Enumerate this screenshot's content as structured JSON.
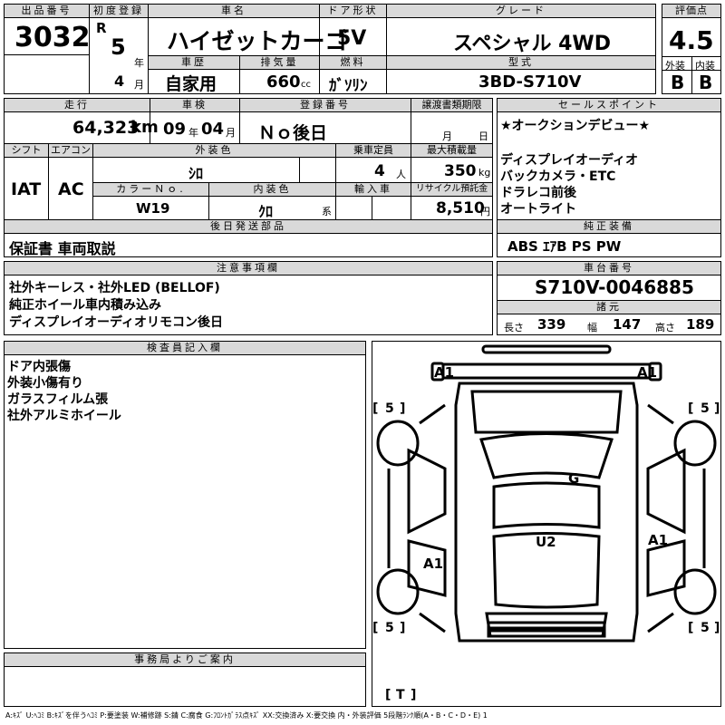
{
  "lot": {
    "label": "出品番号",
    "value": "3032"
  },
  "first_reg": {
    "label": "初度登録",
    "era": "R",
    "year": "5",
    "year_unit": "年",
    "month": "4",
    "month_unit": "月"
  },
  "car_name": {
    "label": "車名",
    "value": "ハイゼットカーゴ"
  },
  "door": {
    "label": "ドア形状",
    "value": "5V"
  },
  "grade": {
    "label": "グレード",
    "value": "スペシャル 4WD"
  },
  "score": {
    "label": "評価点",
    "value": "4.5",
    "ext_label": "外装",
    "int_label": "内装",
    "ext": "B",
    "int": "B"
  },
  "history": {
    "label": "車歴",
    "value": "自家用"
  },
  "displacement": {
    "label": "排気量",
    "value": "660",
    "unit": "cc"
  },
  "fuel": {
    "label": "燃料",
    "value": "ｶﾞｿﾘﾝ"
  },
  "model_type": {
    "label": "型式",
    "value": "3BD-S710V"
  },
  "mileage": {
    "label": "走行",
    "value": "64,323",
    "unit": "km"
  },
  "inspection": {
    "label": "車検",
    "year": "09",
    "year_unit": "年",
    "month": "04",
    "month_unit": "月"
  },
  "registration": {
    "label": "登録番号",
    "value": "Ｎｏ後日"
  },
  "transfer_deadline": {
    "label": "譲渡書類期限",
    "month_unit": "月",
    "day_unit": "日"
  },
  "sales_point": {
    "label": "セールスポイント",
    "lines": [
      "★オークションデビュー★",
      "",
      "ディスプレイオーディオ",
      "バックカメラ・ETC",
      "ドラレコ前後",
      "オートライト"
    ]
  },
  "shift": {
    "label": "シフト",
    "value": "IAT"
  },
  "ac": {
    "label": "エアコン",
    "value": "AC"
  },
  "ext_color": {
    "label": "外装色",
    "value": "ｼﾛ"
  },
  "capacity": {
    "label": "乗車定員",
    "value": "4",
    "unit": "人"
  },
  "max_load": {
    "label": "最大積載量",
    "value": "350",
    "unit": "kg"
  },
  "color_no": {
    "label": "カラーＮｏ.",
    "value": "W19"
  },
  "int_color": {
    "label": "内装色",
    "value": "ｸﾛ",
    "unit": "系"
  },
  "import": {
    "label": "輸入車"
  },
  "recycle": {
    "label": "リサイクル預託金",
    "value": "8,510",
    "unit": "円"
  },
  "later_parts": {
    "label": "後日発送部品",
    "value": "保証書 車両取説"
  },
  "equipment": {
    "label": "純正装備",
    "value": "ABS ｴｱB PS PW"
  },
  "notes": {
    "label": "注意事項欄",
    "lines": [
      "社外キーレス・社外LED (BELLOF)",
      "純正ホイール車内積み込み",
      "ディスプレイオーディオリモコン後日"
    ]
  },
  "chassis": {
    "label": "車台番号",
    "value": "S710V-0046885"
  },
  "specs": {
    "label": "諸元",
    "length_label": "長さ",
    "length": "339",
    "width_label": "幅",
    "width": "147",
    "height_label": "高さ",
    "height": "189"
  },
  "inspector": {
    "label": "検査員記入欄",
    "lines": [
      "ドア内張傷",
      "外装小傷有り",
      "ガラスフィルム張",
      "社外アルミホイール"
    ]
  },
  "diagram": {
    "marks": {
      "front_left": "A1",
      "front_right": "A1",
      "roof": "G",
      "center": "U2",
      "rear_left": "A1",
      "rear_right": "A1"
    },
    "tires": {
      "fl": "5",
      "fr": "5",
      "rl": "5",
      "rr": "5",
      "spare": "T"
    }
  },
  "office": {
    "label": "事務局よりご案内"
  },
  "legend": "A:ｷｽﾞ U:ﾍｺﾐ B:ｷｽﾞを伴うﾍｺﾐ P:要塗装 W:補修跡 S:錆 C:腐食 G:ﾌﾛﾝﾄｶﾞﾗｽ点ｷｽﾞ XX:交換済み X:要交換 内・外装評価 5段階ﾗﾝｸ順(A・B・C・D・E) 1"
}
